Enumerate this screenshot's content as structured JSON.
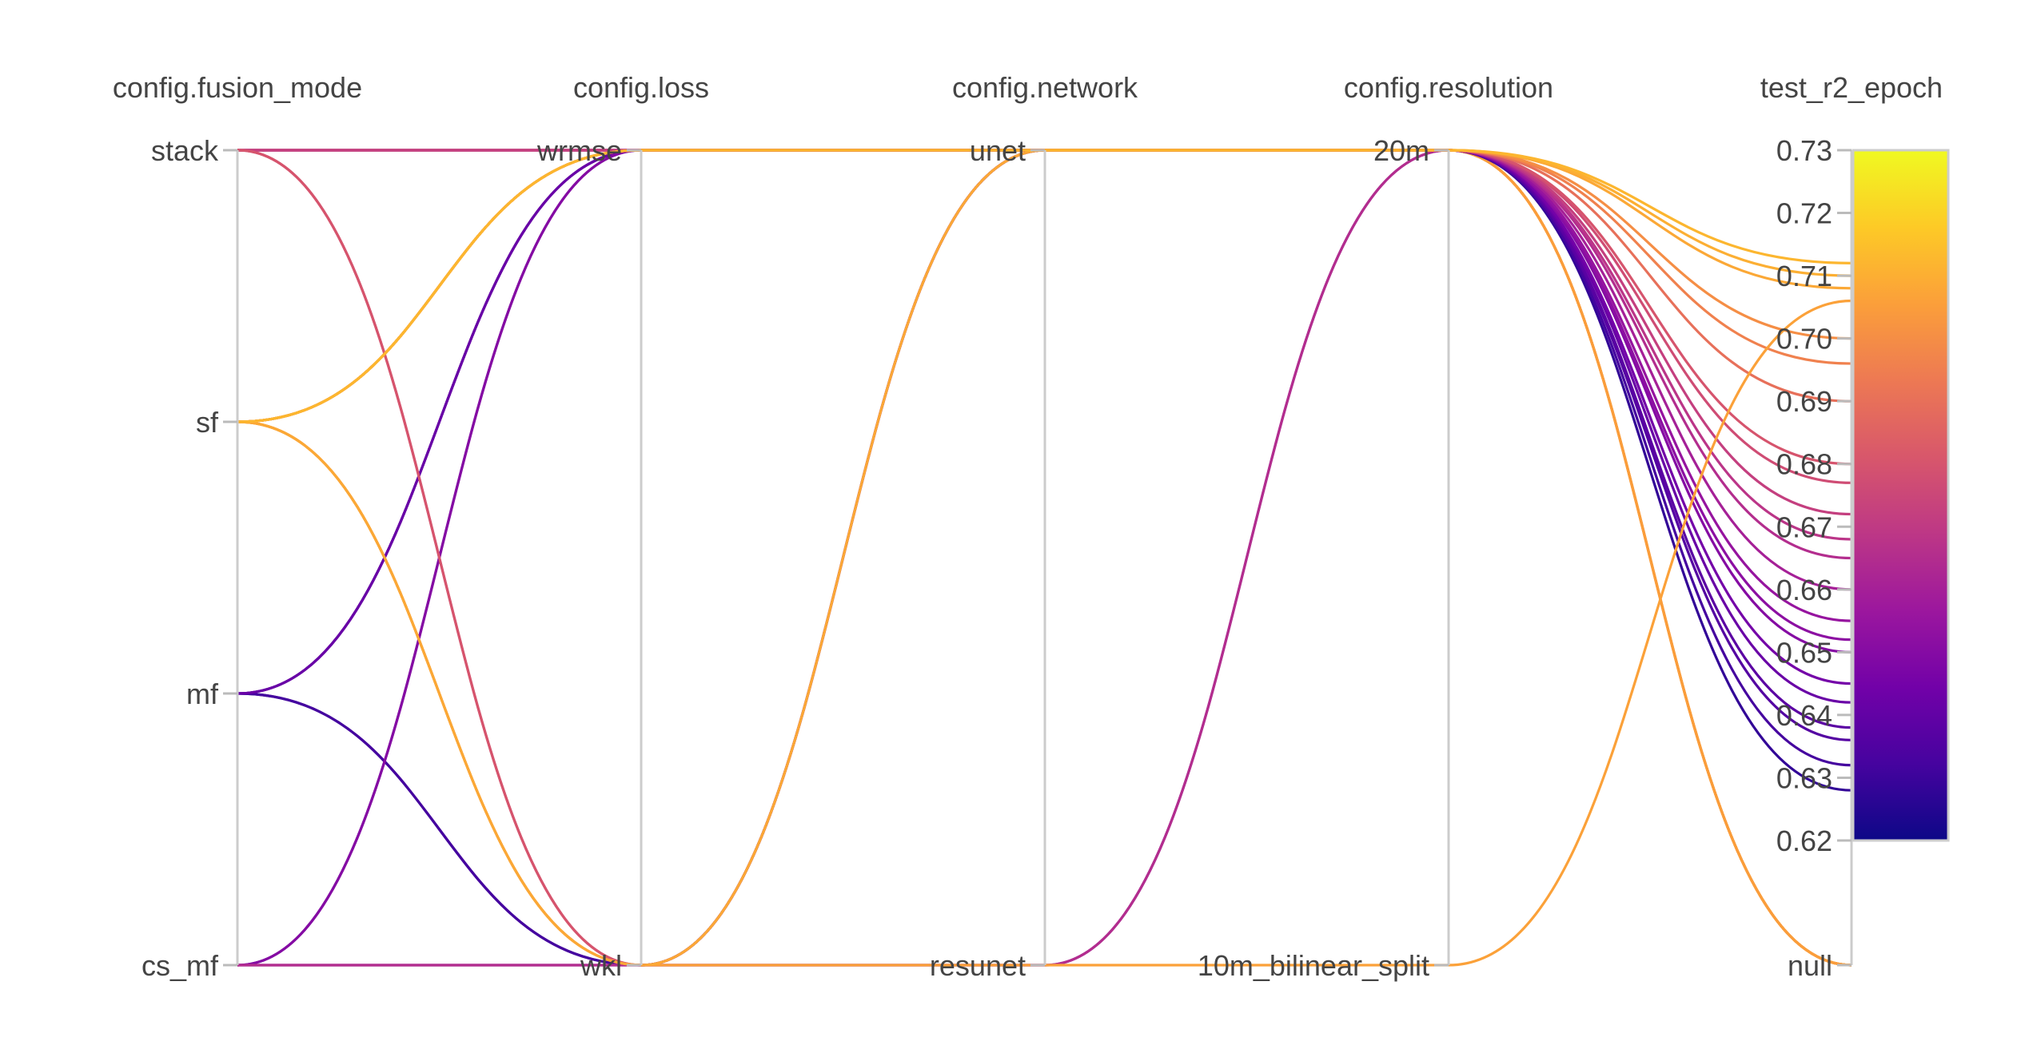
{
  "chart_data": {
    "type": "parallel_coordinates",
    "title": "",
    "axes": [
      {
        "name": "config.fusion_mode",
        "type": "categorical",
        "categories": [
          "stack",
          "sf",
          "mf",
          "cs_mf"
        ]
      },
      {
        "name": "config.loss",
        "type": "categorical",
        "categories": [
          "wrmse",
          "wkl"
        ]
      },
      {
        "name": "config.network",
        "type": "categorical",
        "categories": [
          "unet",
          "resunet"
        ]
      },
      {
        "name": "config.resolution",
        "type": "categorical",
        "categories": [
          "20m",
          "10m_bilinear_split"
        ]
      },
      {
        "name": "test_r2_epoch",
        "type": "numeric",
        "range": [
          0.62,
          0.73
        ],
        "ticks": [
          "0.73",
          "0.72",
          "0.71",
          "0.70",
          "0.69",
          "0.68",
          "0.67",
          "0.66",
          "0.65",
          "0.64",
          "0.63",
          "0.62"
        ],
        "null_label": "null"
      }
    ],
    "colorscale": {
      "name": "plasma",
      "range": [
        0.62,
        0.73
      ],
      "stops": [
        "#0d0887",
        "#46039f",
        "#7201a8",
        "#9c179e",
        "#bd3786",
        "#d8576b",
        "#ed7953",
        "#fb9f3a",
        "#fdca26",
        "#f0f921"
      ]
    },
    "runs": [
      {
        "fusion_mode": "stack",
        "loss": "wrmse",
        "network": "unet",
        "resolution": "20m",
        "test_r2_epoch": 0.66
      },
      {
        "fusion_mode": "stack",
        "loss": "wrmse",
        "network": "unet",
        "resolution": "20m",
        "test_r2_epoch": 0.655
      },
      {
        "fusion_mode": "stack",
        "loss": "wkl",
        "network": "unet",
        "resolution": "20m",
        "test_r2_epoch": 0.677
      },
      {
        "fusion_mode": "stack",
        "loss": "wkl",
        "network": "unet",
        "resolution": "20m",
        "test_r2_epoch": 0.68
      },
      {
        "fusion_mode": "sf",
        "loss": "wrmse",
        "network": "unet",
        "resolution": "20m",
        "test_r2_epoch": 0.696
      },
      {
        "fusion_mode": "sf",
        "loss": "wrmse",
        "network": "unet",
        "resolution": "20m",
        "test_r2_epoch": 0.7
      },
      {
        "fusion_mode": "sf",
        "loss": "wkl",
        "network": "unet",
        "resolution": "20m",
        "test_r2_epoch": 0.708
      },
      {
        "fusion_mode": "sf",
        "loss": "wkl",
        "network": "resunet",
        "resolution": "10m_bilinear_split",
        "test_r2_epoch": 0.706
      },
      {
        "fusion_mode": "mf",
        "loss": "wrmse",
        "network": "unet",
        "resolution": "20m",
        "test_r2_epoch": 0.642
      },
      {
        "fusion_mode": "mf",
        "loss": "wrmse",
        "network": "unet",
        "resolution": "20m",
        "test_r2_epoch": 0.638
      },
      {
        "fusion_mode": "mf",
        "loss": "wkl",
        "network": "unet",
        "resolution": "20m",
        "test_r2_epoch": 0.632
      },
      {
        "fusion_mode": "mf",
        "loss": "wkl",
        "network": "unet",
        "resolution": "20m",
        "test_r2_epoch": 0.628
      },
      {
        "fusion_mode": "cs_mf",
        "loss": "wrmse",
        "network": "unet",
        "resolution": "20m",
        "test_r2_epoch": 0.65
      },
      {
        "fusion_mode": "cs_mf",
        "loss": "wrmse",
        "network": "unet",
        "resolution": "20m",
        "test_r2_epoch": 0.645
      },
      {
        "fusion_mode": "cs_mf",
        "loss": "wkl",
        "network": "resunet",
        "resolution": "20m",
        "test_r2_epoch": 0.652
      },
      {
        "fusion_mode": "cs_mf",
        "loss": "wkl",
        "network": "resunet",
        "resolution": "20m",
        "test_r2_epoch": 0.665
      },
      {
        "fusion_mode": "stack",
        "loss": "wrmse",
        "network": "unet",
        "resolution": "20m",
        "test_r2_epoch": 0.668
      },
      {
        "fusion_mode": "stack",
        "loss": "wrmse",
        "network": "unet",
        "resolution": "20m",
        "test_r2_epoch": 0.672
      },
      {
        "fusion_mode": "sf",
        "loss": "wrmse",
        "network": "unet",
        "resolution": "20m",
        "test_r2_epoch": 0.69
      },
      {
        "fusion_mode": "sf",
        "loss": "wrmse",
        "network": "unet",
        "resolution": "20m",
        "test_r2_epoch": 0.712
      },
      {
        "fusion_mode": "sf",
        "loss": "wrmse",
        "network": "unet",
        "resolution": "20m",
        "test_r2_epoch": 0.71
      },
      {
        "fusion_mode": "mf",
        "loss": "wrmse",
        "network": "unet",
        "resolution": "20m",
        "test_r2_epoch": 0.636
      },
      {
        "fusion_mode": "stack",
        "loss": "wrmse",
        "network": "unet",
        "resolution": "20m",
        "test_r2_epoch": null
      },
      {
        "fusion_mode": "sf",
        "loss": "wrmse",
        "network": "unet",
        "resolution": "20m",
        "test_r2_epoch": null
      },
      {
        "fusion_mode": "sf",
        "loss": "wkl",
        "network": "unet",
        "resolution": "20m",
        "test_r2_epoch": null
      },
      {
        "fusion_mode": "sf",
        "loss": "wkl",
        "network": "unet",
        "resolution": "20m",
        "test_r2_epoch": null
      },
      {
        "fusion_mode": "sf",
        "loss": "wrmse",
        "network": "unet",
        "resolution": "20m",
        "test_r2_epoch": null
      },
      {
        "fusion_mode": "sf",
        "loss": "wrmse",
        "network": "unet",
        "resolution": "20m",
        "test_r2_epoch": null
      },
      {
        "fusion_mode": "stack",
        "loss": "wrmse",
        "network": "unet",
        "resolution": "20m",
        "test_r2_epoch": null
      },
      {
        "fusion_mode": "sf",
        "loss": "wrmse",
        "network": "unet",
        "resolution": "20m",
        "test_r2_epoch": null
      },
      {
        "fusion_mode": "sf",
        "loss": "wrmse",
        "network": "unet",
        "resolution": "20m",
        "test_r2_epoch": null
      }
    ]
  }
}
